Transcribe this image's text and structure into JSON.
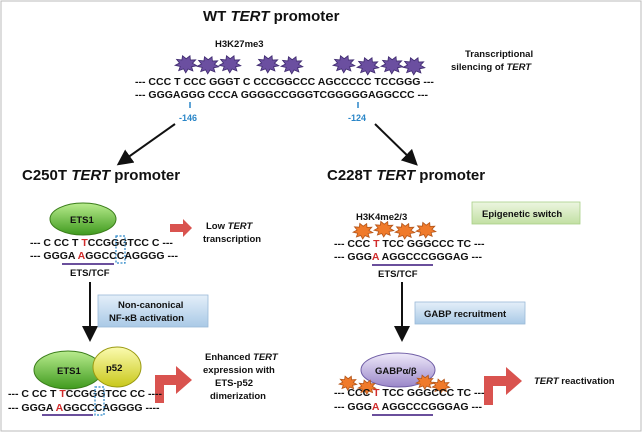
{
  "wt": {
    "title_prefix": "WT ",
    "title_italic": "TERT",
    "title_suffix": " promoter",
    "mark": "H3K27me3",
    "note_line1": "Transcriptional",
    "note_line2_prefix": "silencing of ",
    "note_line2_italic": "TERT",
    "seq_top": "--- CCC T CCC GGGT C CCCGGCCC AGCCCCC TCCGGG ---",
    "seq_bottom": "--- GGGAGGG CCCA GGGGCCGGGTCGGGGGAGGCCC ---",
    "pos_left": "-146",
    "pos_right": "-124"
  },
  "c250": {
    "title_prefix": "C250T ",
    "title_italic": "TERT",
    "title_suffix": " promoter",
    "ets1": "ETS1",
    "low_prefix": "Low ",
    "low_italic": "TERT",
    "low_line2": "transcription",
    "seq_top_a": "--- C CC T ",
    "seq_top_mut": "T",
    "seq_top_b": "CCGGG",
    "seq_top_box": "T",
    "seq_top_c": "CC C ---",
    "seq_bot_a": "--- GGGA ",
    "seq_bot_mut": "A",
    "seq_bot_b": "GGCCC",
    "seq_bot_box": "A",
    "seq_bot_c": "GGGG ---",
    "site": "ETS/TCF",
    "nfkb_line1": "Non-canonical",
    "nfkb_line2": "NF-κB activation",
    "ets1_lower": "ETS1",
    "p52": "p52",
    "enh_line1_prefix": "Enhanced ",
    "enh_line1_italic": "TERT",
    "enh_line2": "expression with",
    "enh_line3": "ETS-p52",
    "enh_line4": "dimerization",
    "seq2_top_a": "--- C CC T ",
    "seq2_top_mut": "T",
    "seq2_top_b": "CCGGG",
    "seq2_top_box": "T",
    "seq2_top_c": "CC CC ----",
    "seq2_bot_a": "--- GGGA ",
    "seq2_bot_mut": "A",
    "seq2_bot_b": "GGCCC",
    "seq2_bot_box": "A",
    "seq2_bot_c": "GGGG ----"
  },
  "c228": {
    "title_prefix": "C228T ",
    "title_italic": "TERT",
    "title_suffix": " promoter",
    "mark": "H3K4me2/3",
    "epi": "Epigenetic switch",
    "seq_top_a": "--- CCC ",
    "seq_top_mut": "T",
    "seq_top_b": " TCC GGGCCC TC ---",
    "seq_bot_a": "--- GGG",
    "seq_bot_mut": "A",
    "seq_bot_b": " AGGCCCGGGAG ---",
    "site": "ETS/TCF",
    "gabp": "GABP recruitment",
    "gabp_protein": "GABPα/β",
    "react_italic": "TERT",
    "react_suffix": "  reactivation",
    "seq2_top_a": "--- CCC ",
    "seq2_top_mut": "T",
    "seq2_top_b": " TCC GGGCCC TC ---",
    "seq2_bot_a": "--- GGG",
    "seq2_bot_mut": "A",
    "seq2_bot_b": " AGGCCCGGGAG ---"
  },
  "colors": {
    "purple": "#6b4fa0",
    "orange": "#f07a2a",
    "green": "#5cb82e",
    "yellow": "#e6e63a",
    "gabp": "#b8a7d9",
    "red_arrow": "#d9534f",
    "blue_box": "#c5dcef",
    "green_box": "#d6ebc1",
    "underline": "#6a4f9c"
  }
}
